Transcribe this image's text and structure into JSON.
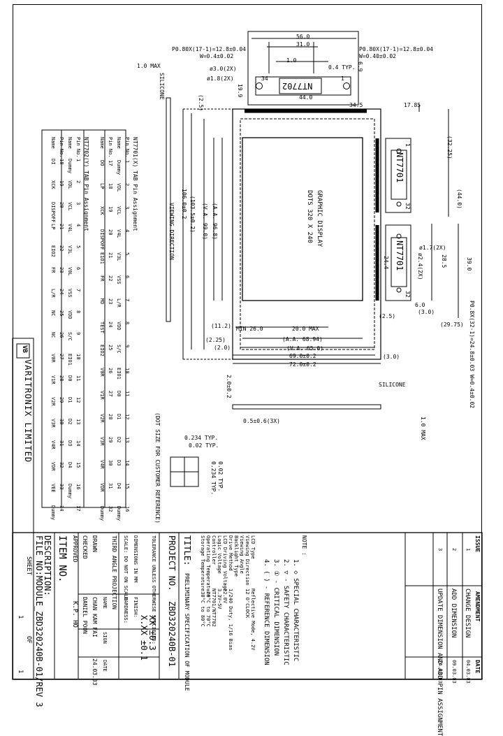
{
  "drawing": {
    "dims": {
      "d56": "56.0",
      "d31": "31.0",
      "d10": "1.0",
      "d04typ": "0.4 TYP.",
      "pitch_left": "P0.80X(17-1)=12.8±0.04",
      "w_left": "W=0.4±0.02",
      "pitch_right": "P0.80X(17-1)=12.8±0.04",
      "w_right": "W=0.40±0.02",
      "d69": "6.9",
      "d44": "44.0",
      "d345": "34.5",
      "d1785": "17.85",
      "hole3": "ø3.0(2X)",
      "hole18": "ø1.8(2X)",
      "d25a": "(2.5)",
      "d199": "19.9",
      "d10max_top": "1.0 MAX",
      "silicone_top": "SILICONE",
      "nt_top": "NT7702",
      "pin34": "34",
      "pin1": "1",
      "d3225": "(32.25)",
      "d440": "(44.0)",
      "nt_right1": "NT7701",
      "pin1r": "1",
      "pin32r": "32",
      "nt_right2": "NT7701",
      "pin32r2": "32",
      "hole17": "ø1.7(2X)",
      "hole24": "ø2.4(2X)",
      "d244": "24.4",
      "d285": "28.5",
      "d390": "39.0",
      "d60": "6.0",
      "d30": "(3.0)",
      "pitch_bottom": "P0.8X(32-1)=24.8±0.03 W=0.4±0.02",
      "d2975": "(29.75)",
      "d25b": "(2.5)",
      "vertical_106": "106.0±0.2",
      "vertical_1035": "(103.5±0.2)",
      "vertical_va": "(V.A. 99.0)",
      "vertical_aa": "(A.A. 96.8)",
      "graphic_display": "GRAPHIC DISPLAY",
      "dots": "DOTS 320 X 240",
      "d112": "(11.2)",
      "d225": "(2.25)",
      "d20": "(2.0)",
      "min26": "MIN 26.0",
      "max20": "20.0 MAX",
      "aa": "(A.A. 68.94)",
      "va": "(V.A. 65.0)",
      "d690": "69.0±0.2",
      "d720": "72.0±0.2",
      "d30b": "(3.0)",
      "side_thick": "2.0±0.2",
      "silicone_bottom": "SILICONE",
      "d1max": "1.0 MAX",
      "d05": "0.5±0.6(3X)",
      "dot_a": "0.234 TYP.",
      "dot_b": "0.02 TYP.",
      "dot_c": "0.234 TYP.",
      "dot_d": "0.02 TYP.",
      "dot_note": "(DOT SIZE FOR CUSTOMER REFERENCE)",
      "leader_label": "VIEWING DIRECTION"
    },
    "pin_tables": {
      "nt7701_title": "NT7701(X) TAB Pin Assignment",
      "nt7701_rows": [
        [
          "Pin No.",
          "1",
          "2",
          "3",
          "4",
          "5",
          "6",
          "7",
          "8",
          "9",
          "10",
          "11",
          "12",
          "13",
          "14",
          "15",
          "16"
        ],
        [
          "Name",
          "Dummy",
          "VDL",
          "VCL",
          "V4L",
          "V3L",
          "VSS",
          "L/R",
          "VDD",
          "S/C",
          "EIO1",
          "D0",
          "D1",
          "D2",
          "D3",
          "D4",
          "Dummy"
        ],
        [
          "Pin No.",
          "17",
          "18",
          "19",
          "20",
          "21",
          "22",
          "23",
          "24",
          "25",
          "26",
          "27",
          "28",
          "29",
          "30",
          "31",
          "32"
        ],
        [
          "Name",
          "DO",
          "LP",
          "XCK",
          "DISPOFF",
          "E1O1",
          "FR",
          "MD",
          "TEST",
          "EIO2",
          "V0R",
          "V1R",
          "V2R",
          "V3R",
          "V4R",
          "VDR",
          "Dummy"
        ]
      ],
      "nt7702_title": "NT7702(Y) TAB Pin Assignment",
      "nt7702_rows": [
        [
          "Pin No.",
          "1",
          "2",
          "3",
          "4",
          "5",
          "6",
          "7",
          "8",
          "9",
          "10",
          "11",
          "12",
          "13",
          "14",
          "15",
          "16",
          "17"
        ],
        [
          "Name",
          "Dummy",
          "VDL",
          "VCL",
          "V4L",
          "V3L",
          "V0L",
          "VSS",
          "VDD",
          "S/C",
          "EIO1",
          "D0",
          "D1",
          "D2",
          "D3",
          "D4",
          "Dummy",
          ""
        ],
        [
          "Pin No.",
          "18",
          "19",
          "20",
          "21",
          "22",
          "23",
          "24",
          "25",
          "26",
          "27",
          "28",
          "29",
          "30",
          "31",
          "32",
          "33",
          "34"
        ],
        [
          "Name",
          "DI",
          "XCK",
          "DISPOFF",
          "LP",
          "EIO2",
          "FR",
          "L/R",
          "NC",
          "NC",
          "V0R",
          "V1R",
          "V2R",
          "V3R",
          "V4R",
          "VDR",
          "VEE",
          "Dummy"
        ]
      ]
    },
    "notes": {
      "title": "NOTE :",
      "items": [
        "1.  ◇   SPECIAL CHARACTERISTIC",
        "2.  ▽ - SAFETY CHARACTERISTIC",
        "3.  ① - CRITICAL DIMENSION",
        "4.  ( ) - REFERENCE DIMENSION"
      ],
      "specs_labels": [
        "LCD Type",
        "Viewing Direction",
        "Viewing Angle",
        "Backlight Type",
        "Drive Method",
        "LCD Driving Voltage",
        "Logic Voltage",
        "Controller",
        "Operating Temperature",
        "Storage Temperature"
      ],
      "specs_values": [
        "Reflective Mode, 4.2V",
        "12 O'CLOCK",
        "",
        "",
        "1/240 Duty, 1/16 Bias",
        "22.0V",
        "3.3V~5V",
        "NT7701/NT7702",
        "-20°C to 70°C",
        "-30°C to 80°C"
      ]
    },
    "title_block": {
      "company": "VARITRONIX LIMITED",
      "logo_letters": "VB",
      "title_label": "TITLE:",
      "title_value": "PRELIMINARY SPECIFICATION OF MODULE",
      "project_label": "PROJECT NO.",
      "project_value": "ZBD320240B-01",
      "tolerance_label": "TOLERANCE UNLESS OTHERWISE SPECIFIED:",
      "tol1": "XX ±0.3",
      "tol2": "X.XX ±0.1",
      "dims_in_mm": "DIMENSIONS IN MM",
      "scale": "SCALE: DO NOT ON SCALE",
      "projection": "THIRD ANGLE PROJECTION",
      "finish": "FINISH:",
      "hardness": "HARDNESS:",
      "col_name": "NAME",
      "col_sign": "SIGN",
      "col_date": "DATE",
      "drawn": "DRAWN",
      "drawn_name": "CHAN KAM FAI",
      "drawn_date": "24.03.03",
      "checked": "CHECKED",
      "checked_name": "DANIEL POON",
      "approved": "APPROVED",
      "approved_name": "K.P. HO",
      "item_no": "ITEM NO.",
      "description": "DESCRIPTION:",
      "file_no": "FILE NO:MODULE_ZBD320240B-01/REV 3",
      "sheet_label": "SHEET",
      "sheet_no": "1",
      "of_label": "OF",
      "sheet_total": "1"
    },
    "revision_block": {
      "issue": "ISSUE",
      "amendment": "AMENDMENT",
      "date": "DATE",
      "rows": [
        {
          "issue": "1",
          "amendment": "CHANGE DESIGN",
          "date": "04.03.03"
        },
        {
          "issue": "2",
          "amendment": "ADD DIMENSION",
          "date": "09.03.03"
        },
        {
          "issue": "3",
          "amendment": "UPDATE DIMENSION AND ADD PIN ASSIGNMENT",
          "date": "24.03.03"
        }
      ]
    }
  }
}
